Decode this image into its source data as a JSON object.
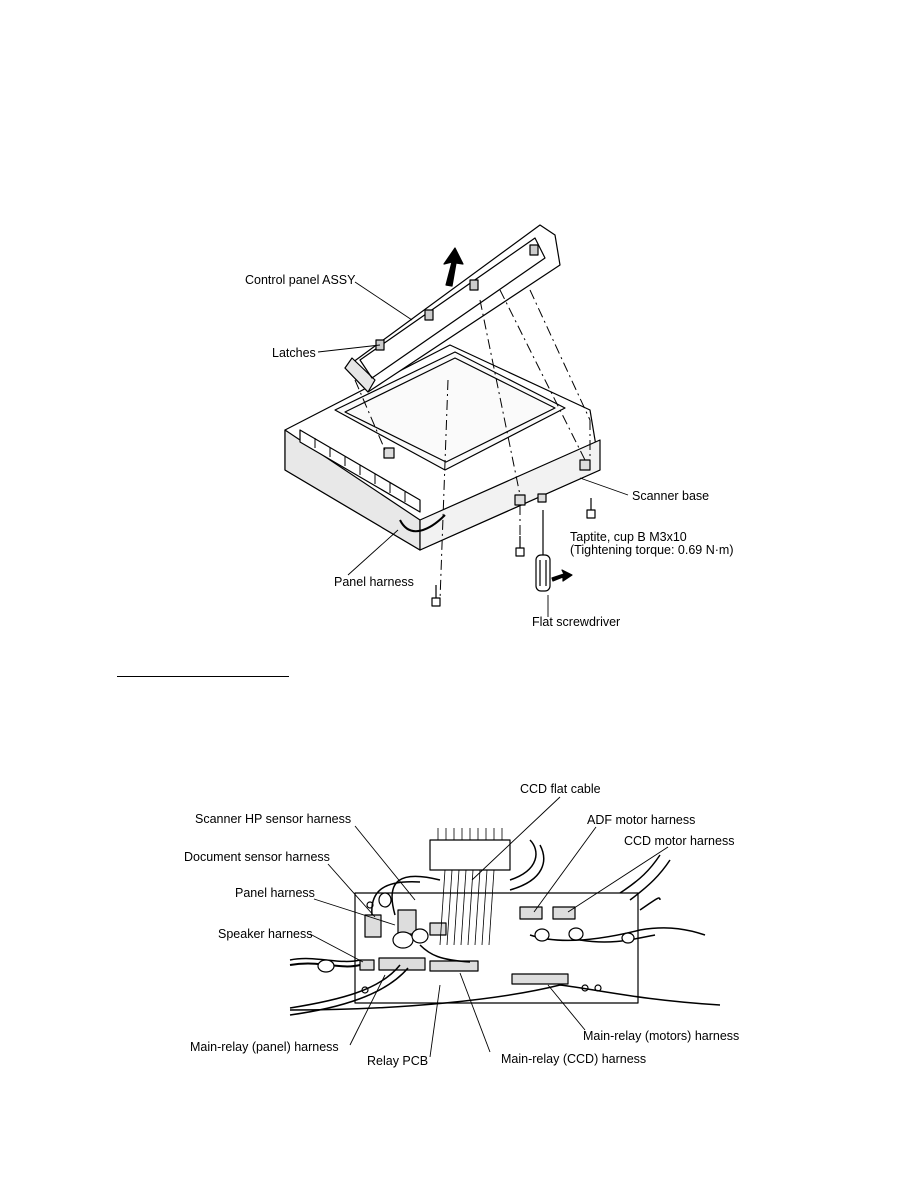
{
  "figure1": {
    "labels": {
      "control_panel_assy": "Control panel ASSY",
      "latches": "Latches",
      "scanner_base": "Scanner base",
      "screw_line1": "Taptite, cup B M3x10",
      "screw_line2": "(Tightening torque:  0.69 N·m)",
      "panel_harness": "Panel harness",
      "flat_screwdriver": "Flat screwdriver"
    }
  },
  "figure2": {
    "labels": {
      "ccd_flat_cable": "CCD flat cable",
      "scanner_hp_sensor_harness": "Scanner HP sensor harness",
      "adf_motor_harness": "ADF motor harness",
      "ccd_motor_harness": "CCD motor harness",
      "document_sensor_harness": "Document sensor harness",
      "panel_harness": "Panel harness",
      "speaker_harness": "Speaker harness",
      "main_relay_panel_harness": "Main-relay (panel) harness",
      "relay_pcb": "Relay PCB",
      "main_relay_ccd_harness": "Main-relay (CCD) harness",
      "main_relay_motors_harness": "Main-relay (motors) harness"
    }
  }
}
